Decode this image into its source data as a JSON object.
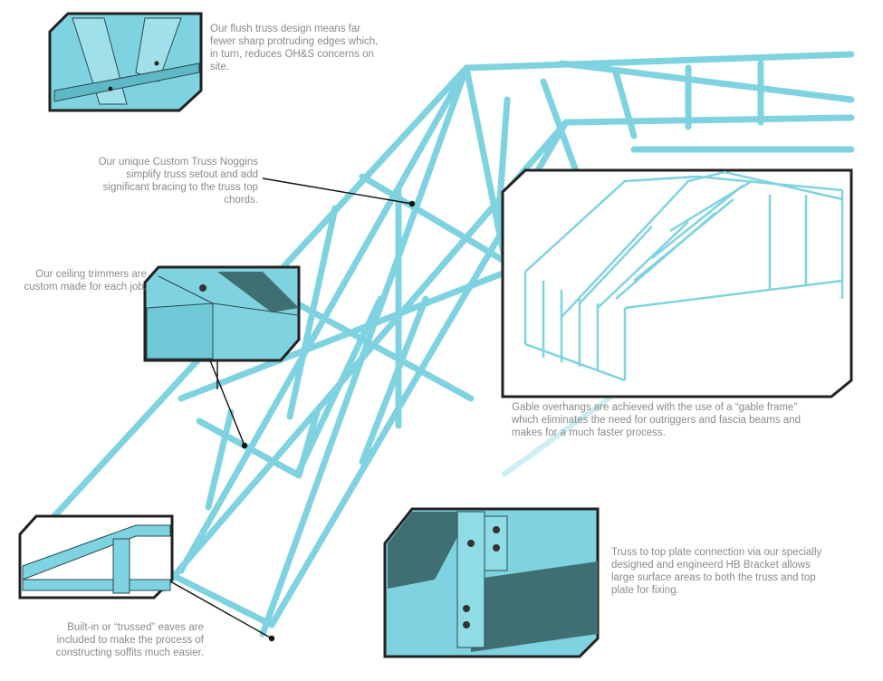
{
  "captions": {
    "flush_truss": "Our flush truss design means far fewer sharp protruding edges which, in turn, reduces OH&S concerns on site.",
    "noggins": "Our unique Custom Truss Noggins simplify truss setout and add significant bracing to the truss top chords.",
    "ceiling_trimmers": "Our ceiling trimmers are custom made for each job.",
    "gable_frame": "Gable overhangs are achieved with the use of a “gable frame” which eliminates the need for outriggers and fascia beams and makes for a much faster process.",
    "hb_bracket": "Truss to top plate connection via our specially designed and engineerd HB Bracket allows large surface areas to both the truss and top plate for fixing.",
    "eaves": "Built-in or “trussed” eaves are included to make the process of constructing soffits much easier."
  },
  "colors": {
    "steel": "#7fd3e0",
    "outline": "#2a4a50",
    "dark_face": "#3f6f73",
    "text": "#8a8a8a"
  }
}
